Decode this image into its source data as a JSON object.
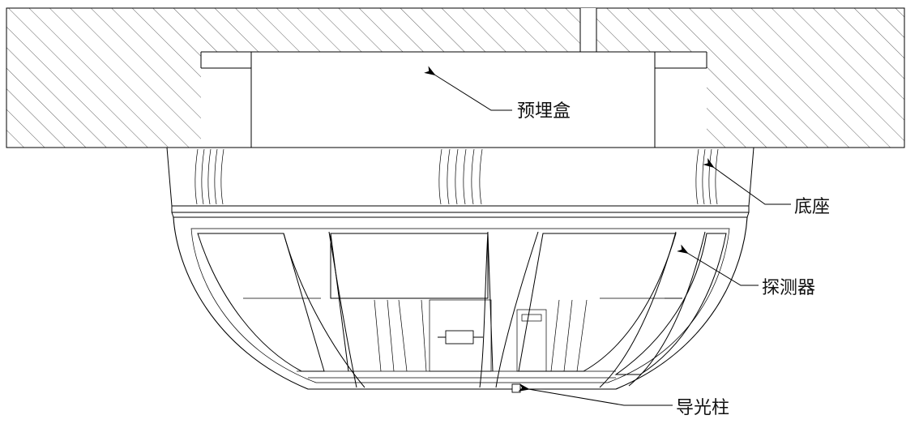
{
  "labels": {
    "embedded_box": "预埋盒",
    "base": "底座",
    "detector": "探测器",
    "light_guide": "导光柱"
  }
}
